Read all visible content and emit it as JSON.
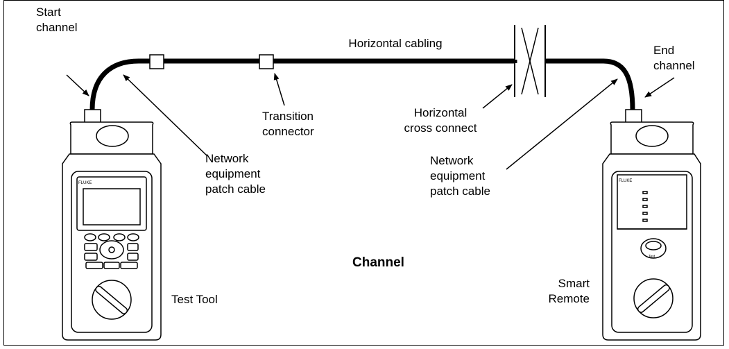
{
  "labels": {
    "start_channel": [
      "Start",
      "channel"
    ],
    "end_channel": [
      "End",
      "channel"
    ],
    "horizontal_cabling": "Horizontal cabling",
    "transition_connector": [
      "Transition",
      "connector"
    ],
    "horizontal_cross_connect": [
      "Horizontal",
      "cross connect"
    ],
    "network_patch_left": [
      "Network",
      "equipment",
      "patch cable"
    ],
    "network_patch_right": [
      "Network",
      "equipment",
      "patch cable"
    ],
    "channel": "Channel",
    "test_tool": "Test Tool",
    "smart_remote": [
      "Smart",
      "Remote"
    ]
  },
  "devices": {
    "test_tool_brand": "FLUKE",
    "smart_remote_brand": "FLUKE",
    "smart_remote_button": "Test"
  },
  "colors": {
    "line": "#000000",
    "background": "#ffffff",
    "screen": "#ffffff"
  }
}
